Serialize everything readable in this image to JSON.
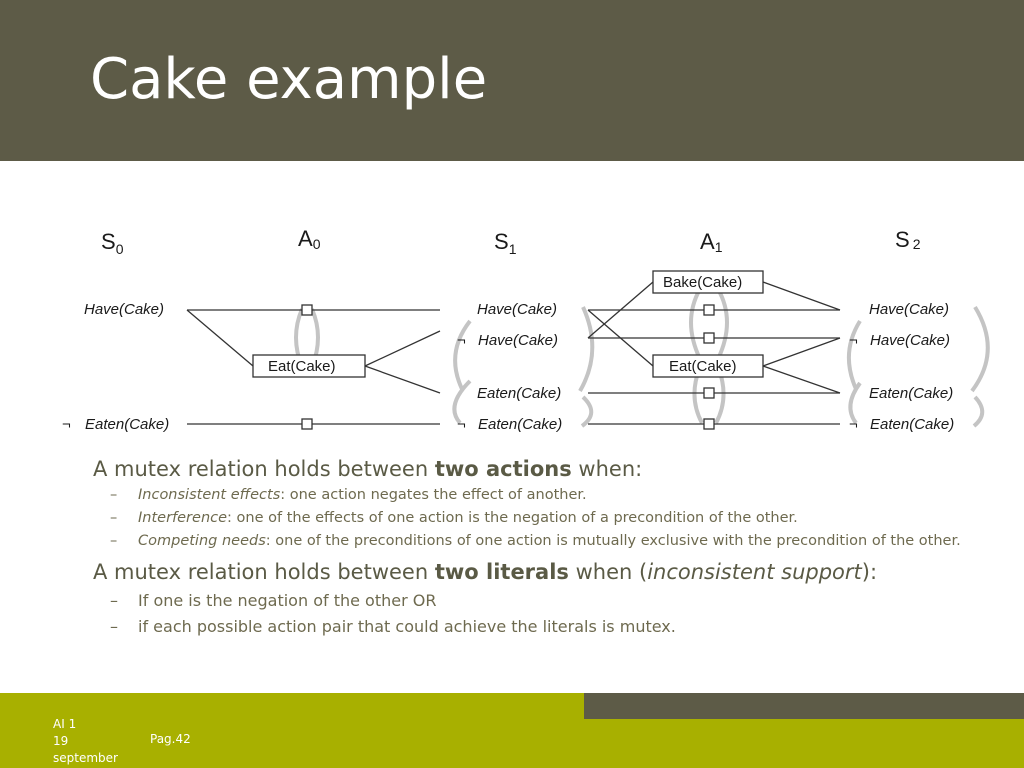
{
  "slide": {
    "title": "Cake example"
  },
  "diagram": {
    "levels": [
      {
        "letter": "S",
        "sub": "0"
      },
      {
        "letter": "A",
        "sub": "0"
      },
      {
        "letter": "S",
        "sub": "1"
      },
      {
        "letter": "A",
        "sub": "1"
      },
      {
        "letter": "S",
        "sub": "2"
      }
    ],
    "negation": "¬",
    "s0": [
      "Have(Cake)",
      "Eaten(Cake)"
    ],
    "a0": [
      "Eat(Cake)"
    ],
    "s1": [
      "Have(Cake)",
      "Have(Cake)",
      "Eaten(Cake)",
      "Eaten(Cake)"
    ],
    "a1": [
      "Bake(Cake)",
      "Eat(Cake)"
    ],
    "s2": [
      "Have(Cake)",
      "Have(Cake)",
      "Eaten(Cake)",
      "Eaten(Cake)"
    ]
  },
  "content": {
    "p1": {
      "prefix": "A mutex relation holds between ",
      "bold": "two actions",
      "suffix": " when:"
    },
    "p1_items": [
      {
        "dash": "–",
        "term": "Inconsistent effects",
        "text": ": one action negates the effect of another."
      },
      {
        "dash": "–",
        "term": "Interference",
        "text": ": one of the effects of one action is the negation of a precondition of the other."
      },
      {
        "dash": "–",
        "term": "Competing needs",
        "text": ": one of the preconditions of one action is mutually exclusive with the precondition of the other."
      }
    ],
    "p2": {
      "prefix": "A mutex relation holds between ",
      "bold": "two literals",
      "middle": " when (",
      "italic": "inconsistent support",
      "suffix": "):"
    },
    "p2_items": [
      {
        "dash": "–",
        "text": "If one is the negation of the other OR"
      },
      {
        "dash": "–",
        "text": "if each possible action pair that could achieve the literals is mutex."
      }
    ]
  },
  "footer": {
    "course": "AI 1",
    "day": "19",
    "month": "september",
    "page": "Pag.42"
  },
  "colors": {
    "header": "#5d5b47",
    "footer": "#a8b000",
    "text": "#5a5a45"
  }
}
